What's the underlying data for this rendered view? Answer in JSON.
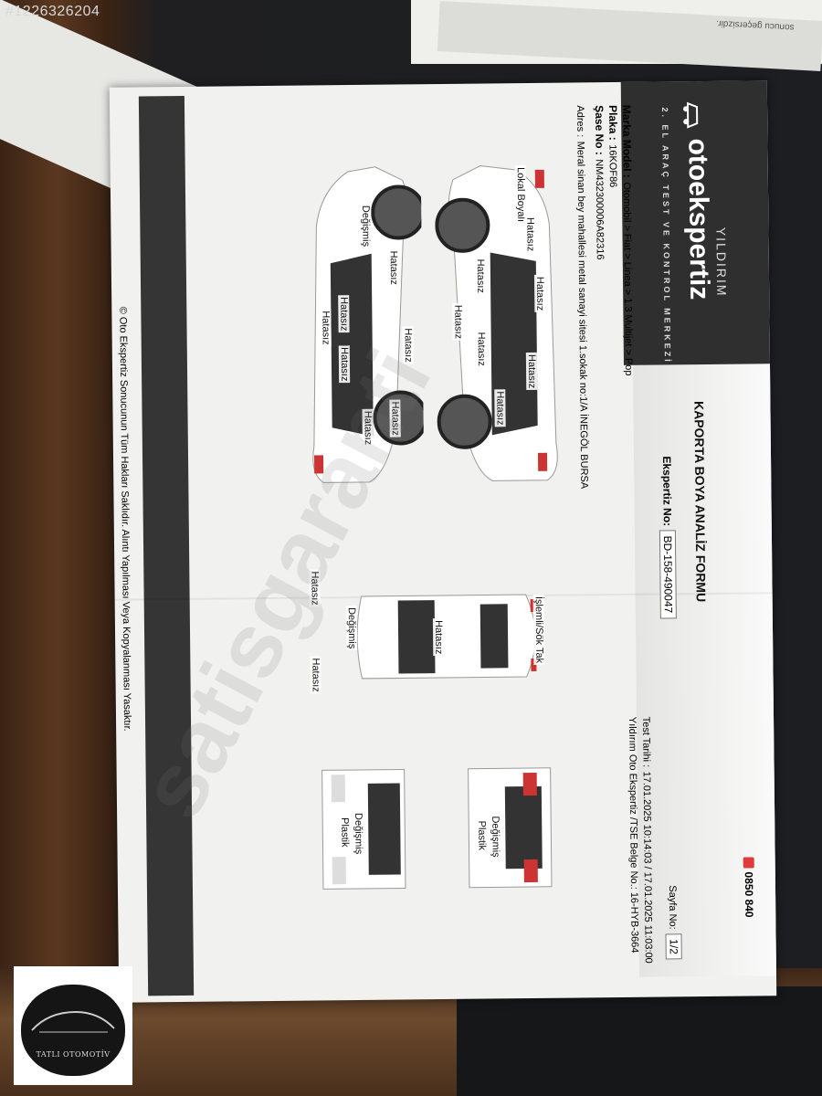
{
  "image_id_watermark": "#1226326204",
  "site_watermark": "satisgaranti",
  "header": {
    "brand_small": "YILDIRIM",
    "brand_main": "oto",
    "brand_accent": "eksper",
    "brand_tail": "tiz",
    "subtitle": "2. EL ARAÇ TEST VE KONTROL MERKEZİ",
    "phone": "0850 840"
  },
  "form": {
    "title": "KAPORTA BOYA ANALİZ FORMU",
    "expertise_label": "Ekspertiz No:",
    "expertise_no": "BD-158-490047",
    "page_label": "Sayfa No:",
    "page_value": "1/2",
    "test_date_label": "Test Tarihi :",
    "test_date_value": "17.01.2025 10:14:03 / 17.01.2025 11:03:00",
    "company_line": "Yıldırım Oto Ekspertiz /TSE Belge No.: 16-HYB-3664"
  },
  "vehicle": {
    "brand_model_label": "Marka Model :",
    "brand_model_value": "Otomobil > Fiat > Linea > 1.3 Multijet > Pop",
    "plate_label": "Plaka :",
    "plate_value": "16KOF86",
    "chassis_label": "Şase No :",
    "chassis_value": "NM432300006A82316",
    "address_label": "Adres :",
    "address_value": "Meral sinan bey mahallesi metal sanayi sitesi 1.sokak no:1/A İNEGÖL BURSA"
  },
  "annotations": {
    "hatasiz": "Hatasız",
    "degismis": "Değişmiş",
    "lokal_boyali": "Lokal Boyalı",
    "islemli": "İşlemli/Sök Tak",
    "plastik": "Plastik"
  },
  "footer": "© Oto Ekspertiz Sonucunun Tüm Hakları Saklıdır. Alıntı Yapılması Veya Kopyalanması Yasaktır.",
  "dealer_logo": "TATLI OTOMOTİV"
}
